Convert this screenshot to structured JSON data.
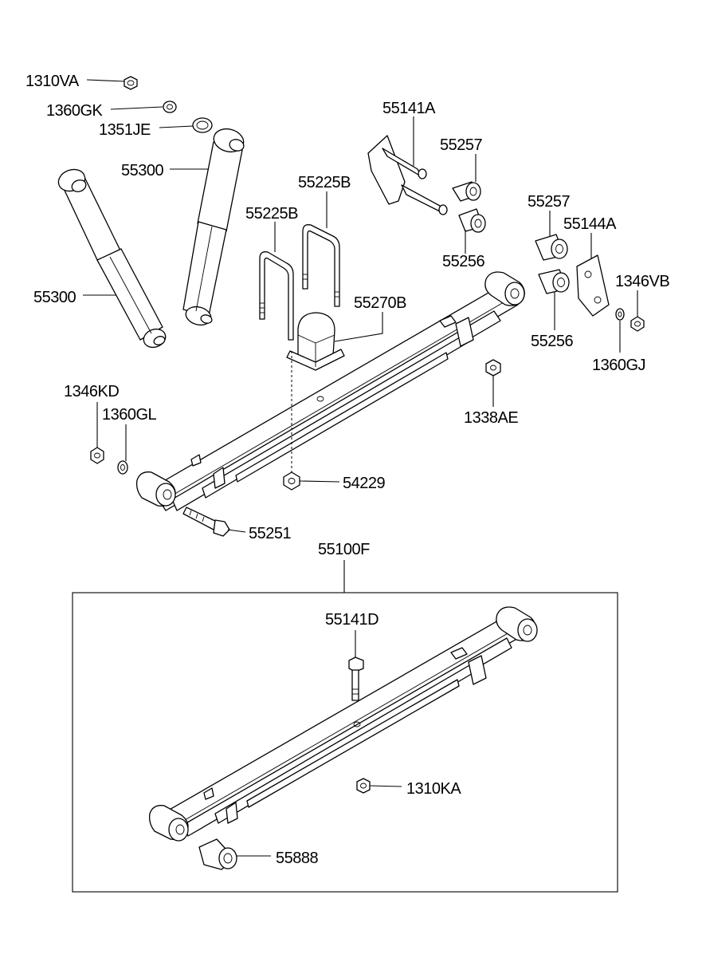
{
  "labels": {
    "p1310va": "1310VA",
    "p1360gk": "1360GK",
    "p1351je": "1351JE",
    "p55300_right": "55300",
    "p55300_left": "55300",
    "p55141a": "55141A",
    "p55257_top": "55257",
    "p55256_top": "55256",
    "p55257_right": "55257",
    "p55144a": "55144A",
    "p1346vb": "1346VB",
    "p55256_right": "55256",
    "p1360gj": "1360GJ",
    "p55225b_right": "55225B",
    "p55225b_left": "55225B",
    "p55270b": "55270B",
    "p1338ae": "1338AE",
    "p1346kd": "1346KD",
    "p1360gl": "1360GL",
    "p54229": "54229",
    "p55251": "55251",
    "p55100f": "55100F",
    "p55141d": "55141D",
    "p1310ka": "1310KA",
    "p55888": "55888"
  }
}
